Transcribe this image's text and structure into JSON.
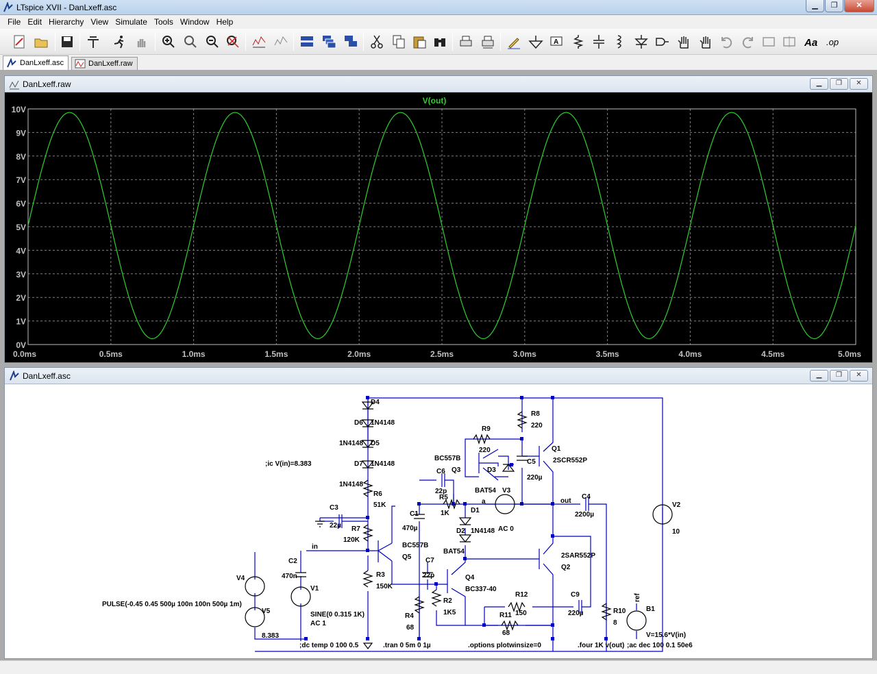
{
  "window": {
    "title": "LTspice XVII - DanLxeff.asc"
  },
  "menu": [
    "File",
    "Edit",
    "Hierarchy",
    "View",
    "Simulate",
    "Tools",
    "Window",
    "Help"
  ],
  "tabs": [
    {
      "label": "DanLxeff.asc"
    },
    {
      "label": "DanLxeff.raw"
    }
  ],
  "plot_window": {
    "title": "DanLxeff.raw"
  },
  "schematic_window": {
    "title": "DanLxeff.asc"
  },
  "colors": {
    "trace": "#2fd02f",
    "grid": "#808080",
    "plot_bg": "#000000",
    "wire": "#0000c0",
    "axis_text": "#c0c0c0"
  },
  "chart_data": {
    "type": "line",
    "title": "V(out)",
    "xlabel": "",
    "ylabel": "",
    "xlim": [
      0,
      5
    ],
    "ylim": [
      0,
      10
    ],
    "x_ticks": [
      "0.0ms",
      "0.5ms",
      "1.0ms",
      "1.5ms",
      "2.0ms",
      "2.5ms",
      "3.0ms",
      "3.5ms",
      "4.0ms",
      "4.5ms",
      "5.0ms"
    ],
    "y_ticks": [
      "0V",
      "1V",
      "2V",
      "3V",
      "4V",
      "5V",
      "6V",
      "7V",
      "8V",
      "9V",
      "10V"
    ],
    "series": [
      {
        "name": "V(out)",
        "offset_v": 5.05,
        "amplitude_v": 4.8,
        "frequency_khz": 1,
        "clip_low_v": 0.2,
        "clip_high_v": 9.9
      }
    ],
    "grid": true
  },
  "schematic": {
    "labels": {
      "d4": "D4",
      "d6": "D6",
      "d6v": "1N4148",
      "d5": "D5",
      "d5v": "1N4148",
      "d7": "D7",
      "d7v": "1N4148",
      "d4v": "1N4148",
      "ic": ";ic V(in)=8.383",
      "r6": "R6",
      "r6v": "51K",
      "c3": "C3",
      "c3v": "22µ",
      "r7": "R7",
      "r7v": "120K",
      "in": "in",
      "c2": "C2",
      "c2v": "470n",
      "v4": "V4",
      "v5": "V5",
      "v5v": "8.383",
      "pulse": "PULSE(-0.45 0.45 500µ 100n 100n 500µ 1m)",
      "v1": "V1",
      "v1v": "SINE(0 0.315 1K)",
      "v1ac": "AC 1",
      "r3": "R3",
      "r3v": "150K",
      "r4": "R4",
      "r4v": "68",
      "q5": "Q5",
      "q5v": "BC557B",
      "c1": "C1",
      "c1v": "470µ",
      "c7": "C7",
      "c7v": "22p",
      "r2": "R2",
      "r2v": "1K5",
      "q4": "Q4",
      "q4v": "BC337-40",
      "c6": "C6",
      "c6v": "22p",
      "q3": "Q3",
      "q3v": "BC557B",
      "r5": "R5",
      "r5v": "1K",
      "r9": "R9",
      "r9v": "220",
      "d3": "D3",
      "d3v": "BAT54",
      "r8": "R8",
      "r8v": "220",
      "c5": "C5",
      "c5v": "220µ",
      "q1": "Q1",
      "q1v": "2SCR552P",
      "a": "a",
      "v3": "V3",
      "v3ac": "AC 0",
      "d1": "D1",
      "d2": "D2",
      "d2v": "1N4148",
      "d1v": "BAT54",
      "out": "out",
      "c4": "C4",
      "c4v": "2200µ",
      "q2": "Q2",
      "q2v": "2SAR552P",
      "r12": "R12",
      "r12v": "150",
      "c9": "C9",
      "c9v": "220µ",
      "r11": "R11",
      "r11v": "68",
      "r10": "R10",
      "r10v": "8",
      "v2": "V2",
      "v2v": "10",
      "ref": "ref",
      "b1": "B1",
      "b1v": "V=15.6*V(in)",
      "dc": ";dc temp 0 100 0.5",
      "tran": ".tran 0 5m 0 1µ",
      "opts": ".options plotwinsize=0",
      "four": ".four 1K v(out)",
      "ac": ";ac dec 100 0.1 50e6"
    }
  }
}
